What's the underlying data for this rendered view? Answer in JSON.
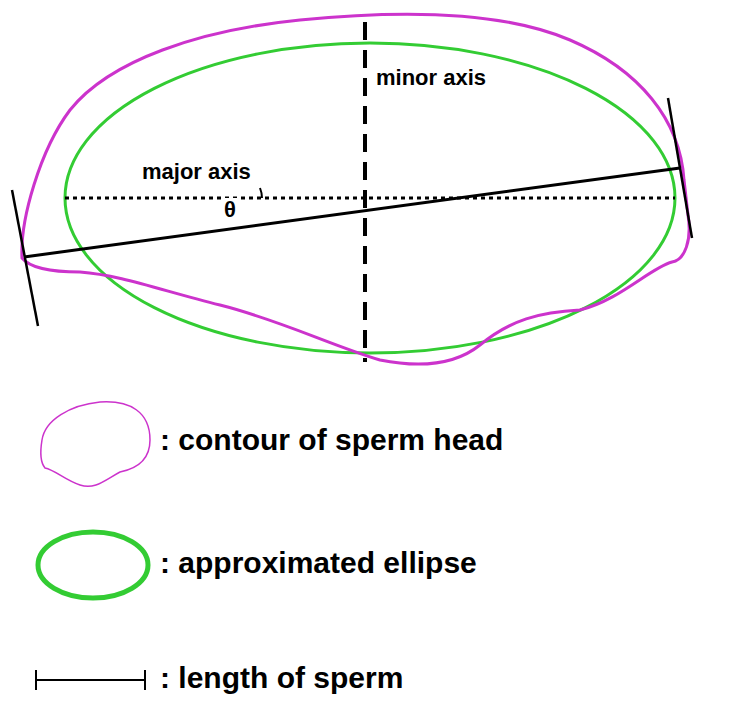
{
  "diagram": {
    "labels": [
      "minor axis",
      "major axis",
      "θ"
    ],
    "legend": [
      {
        "text": ": contour of sperm head"
      },
      {
        "text": ": approximated ellipse"
      },
      {
        "text": ": length of sperm"
      }
    ]
  }
}
